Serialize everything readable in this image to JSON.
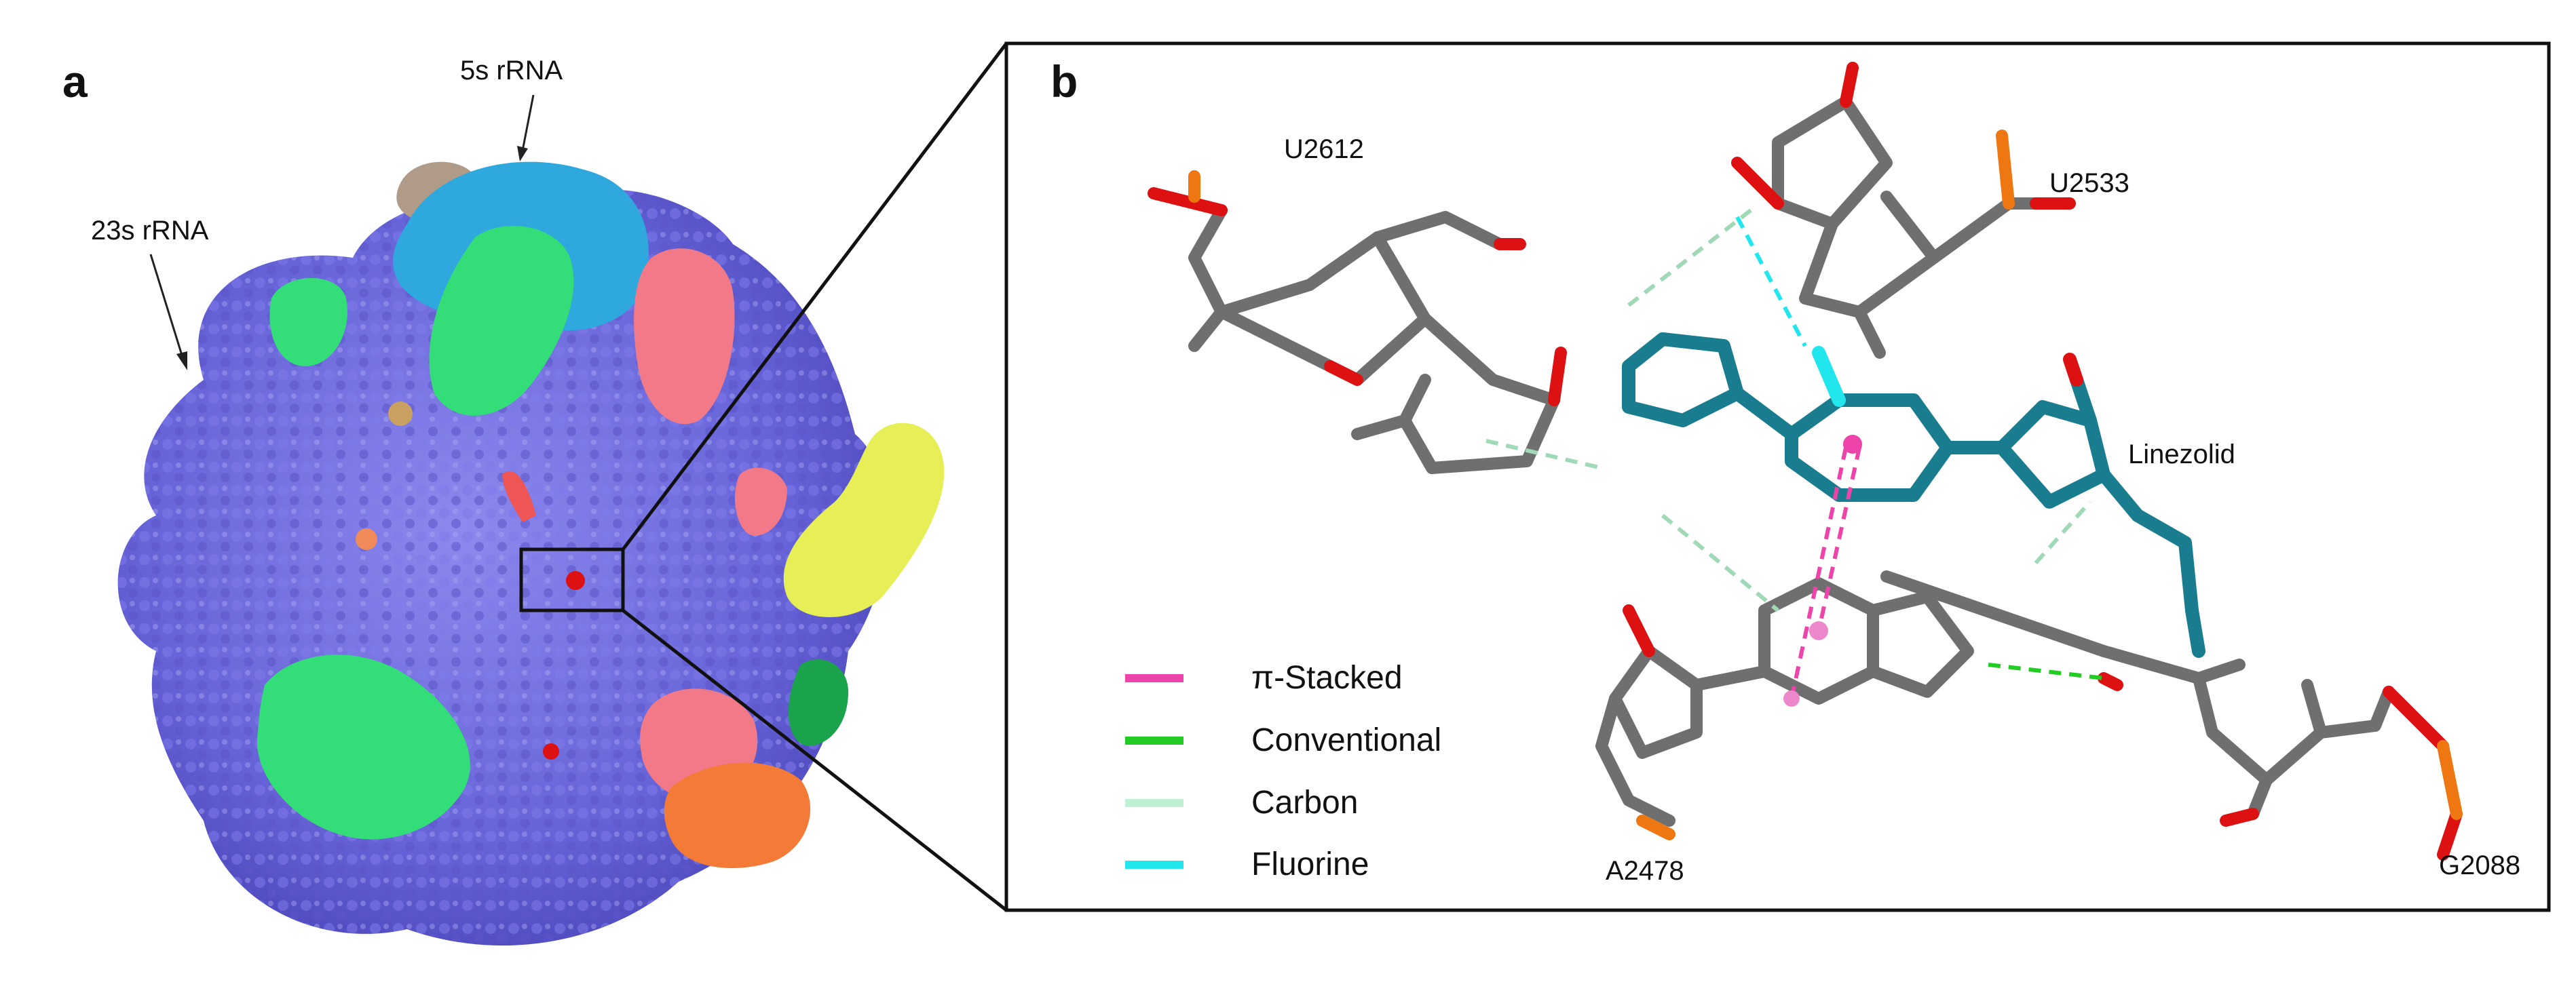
{
  "panel_a": {
    "letter": "a",
    "labels": {
      "rrna_5s": "5s rRNA",
      "rrna_23s": "23s rRNA"
    }
  },
  "panel_b": {
    "letter": "b",
    "residues": {
      "u2612": "U2612",
      "u2533": "U2533",
      "linezolid": "Linezolid",
      "a2478": "A2478",
      "g2088": "G2088"
    },
    "legend": [
      {
        "label": "π-Stacked",
        "color": "#ee44aa"
      },
      {
        "label": "Conventional",
        "color": "#22cc22"
      },
      {
        "label": "Carbon",
        "color": "#bff0d6"
      },
      {
        "label": "Fluorine",
        "color": "#22e6ee"
      }
    ]
  },
  "colors": {
    "protein_blue": "#6b68de",
    "green": "#33dd77",
    "cyan": "#2ea8dd",
    "pink": "#f27a88",
    "yellow": "#e6ef55",
    "orange": "#f47a38",
    "tan": "#b09a88",
    "ligand_teal": "#1a7d8f",
    "carbon_grey": "#777777",
    "oxygen": "#dd1111",
    "phosphorus": "#ee7711",
    "nitrogen": "#7777dd"
  }
}
